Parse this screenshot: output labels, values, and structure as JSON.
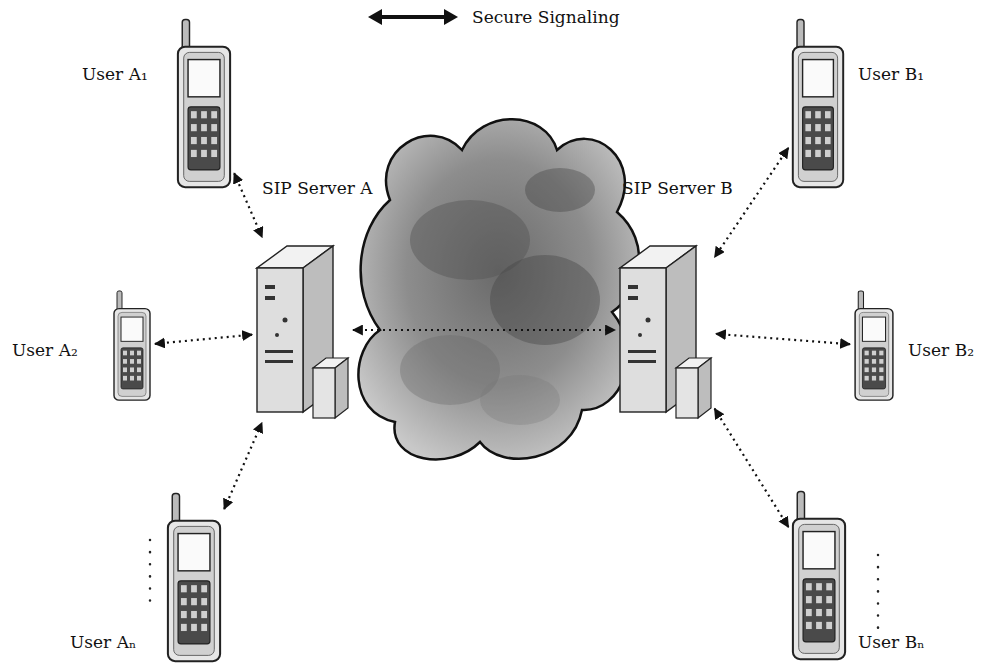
{
  "diagram": {
    "nodes": [
      {
        "text": [
          "User A₁"
        ]
      },
      {
        "text": [
          "SIP Server A"
        ]
      },
      {
        "text": [
          "SIP Server B"
        ]
      },
      {
        "text": [
          "User B₁"
        ]
      },
      {
        "text": [
          "User A₂"
        ]
      },
      {
        "text": [
          "User B₂"
        ]
      },
      {
        "text": [
          "User Aₙ"
        ]
      },
      {
        "text": [
          "User Bₙ"
        ]
      }
    ],
    "edges": [
      {
        "from": 0,
        "to": 1,
        "arrow": "both"
      },
      {
        "from": 4,
        "to": 1,
        "arrow": "both"
      },
      {
        "from": 6,
        "to": 1,
        "arrow": "both"
      },
      {
        "from": 1,
        "to": 2,
        "arrow": "both"
      },
      {
        "from": 3,
        "to": 2,
        "arrow": "both"
      },
      {
        "from": 5,
        "to": 2,
        "arrow": "both"
      },
      {
        "from": 7,
        "to": 2,
        "arrow": "both"
      }
    ],
    "legend": [
      {
        "text": "Secure Signaling"
      }
    ]
  }
}
